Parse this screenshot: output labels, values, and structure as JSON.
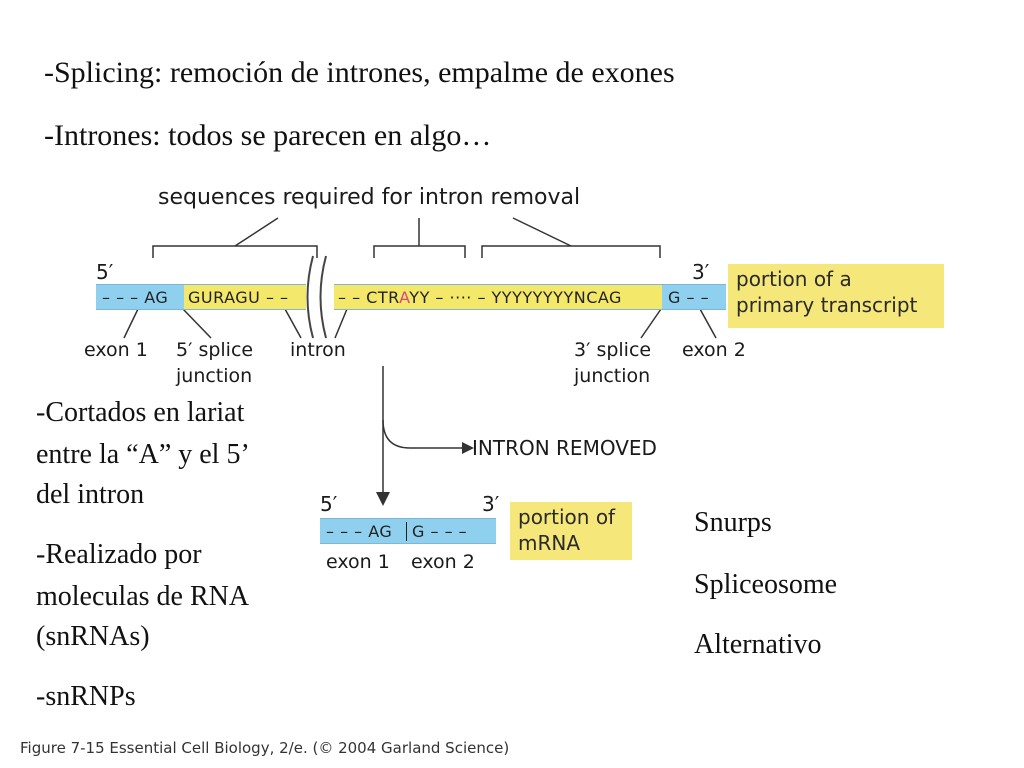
{
  "slide": {
    "bullets_top": [
      "-Splicing:  remoción de intrones, empalme de exones",
      "-Intrones: todos se parecen en algo…"
    ],
    "left_notes": [
      "-Cortados en lariat",
      "entre la “A” y el 5’",
      "del intron",
      "-Realizado por",
      "moleculas de RNA",
      "(snRNAs)",
      "-snRNPs"
    ],
    "right_list": [
      "Snurps",
      "Spliceosome",
      "Alternativo"
    ],
    "caption": "Figure 7-15  Essential Cell Biology, 2/e. (© 2004 Garland Science)"
  },
  "diagram": {
    "heading": "sequences required for intron removal",
    "five_prime": "5′",
    "three_prime": "3′",
    "transcript": {
      "exon1_seq": "– – – AG",
      "intron_left_seq": "GURAGU – –",
      "intron_mid_seq_a": "– – CTR",
      "branch_point": "A",
      "intron_mid_seq_b": "YY – ···· – YYYYYYYYNCAG",
      "exon2_seq": "G – –"
    },
    "transcript_callout": [
      "portion of a",
      "primary transcript"
    ],
    "labels": {
      "exon1": "exon 1",
      "splice5": [
        "5′ splice",
        "junction"
      ],
      "intron": "intron",
      "splice3": [
        "3′ splice",
        "junction"
      ],
      "exon2": "exon 2"
    },
    "removed_label": "INTRON REMOVED",
    "mrna": {
      "five_prime": "5′",
      "three_prime": "3′",
      "exon1_seq": "– – – AG",
      "exon2_seq": "G – – –",
      "exon1_label": "exon 1",
      "exon2_label": "exon 2",
      "callout": [
        "portion of",
        "mRNA"
      ]
    },
    "colors": {
      "exon": "#8fd0ef",
      "intron": "#f3e86a",
      "callout": "#f5e77a",
      "branch_point": "#e0457b"
    }
  }
}
